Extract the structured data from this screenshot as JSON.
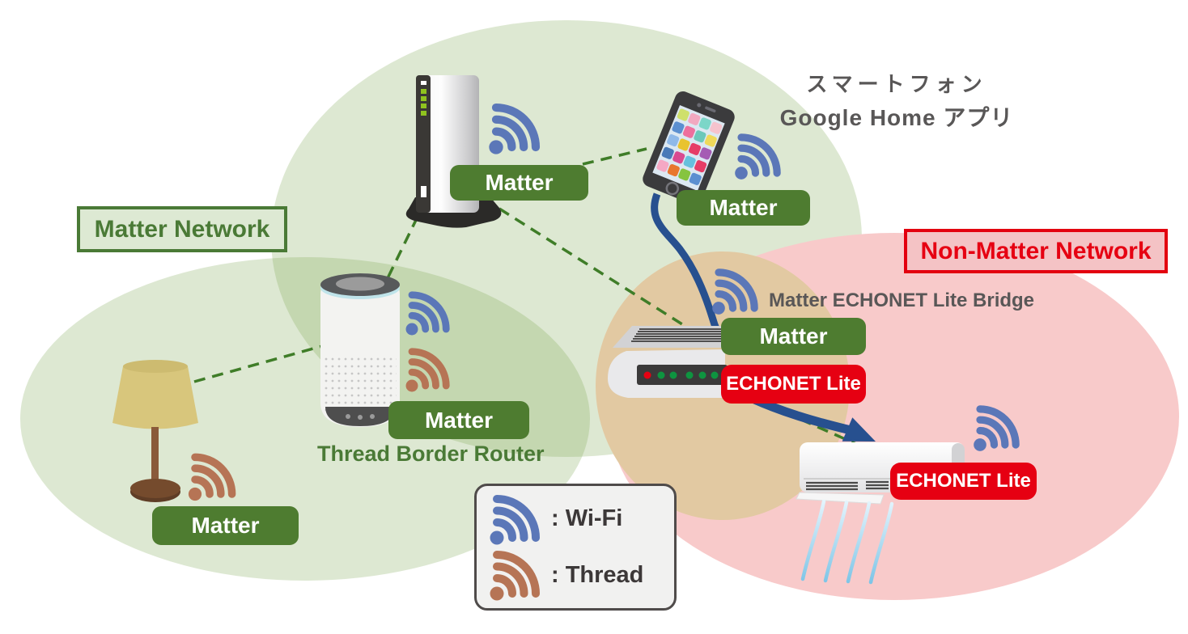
{
  "labels": {
    "matter_network": "Matter Network",
    "non_matter_network": "Non-Matter Network"
  },
  "captions": {
    "smartphone_line1": "スマートフォン",
    "smartphone_line2": "Google Home アプリ",
    "bridge": "Matter ECHONET Lite Bridge",
    "thread_border_router": "Thread Border Router"
  },
  "badges": {
    "matter": "Matter",
    "echonet_lite": "ECHONET Lite"
  },
  "legend": {
    "wifi_label": ": Wi-Fi",
    "thread_label": ": Thread"
  },
  "icons": {
    "wifi": "wifi-icon",
    "thread": "thread-icon"
  },
  "colors": {
    "matter_green": "#4e7c30",
    "echonet_red": "#e60012",
    "network_label_green": "#4a7a36",
    "wifi_blue": "#5b77b8",
    "thread_brown": "#b67455",
    "link_dash_green": "#3f7d28",
    "arrow_blue": "#27508f",
    "caption_gray": "#595757",
    "area_green": "#dce8d2",
    "area_tan": "#e2c9a2",
    "area_pink": "#f8caca",
    "matter_box_bg": "#dde9d3",
    "non_matter_box_bg": "#f4c3c5",
    "legend_bg": "#f1f1f0",
    "legend_border": "#4f4b4a",
    "legend_text": "#3c3838"
  }
}
